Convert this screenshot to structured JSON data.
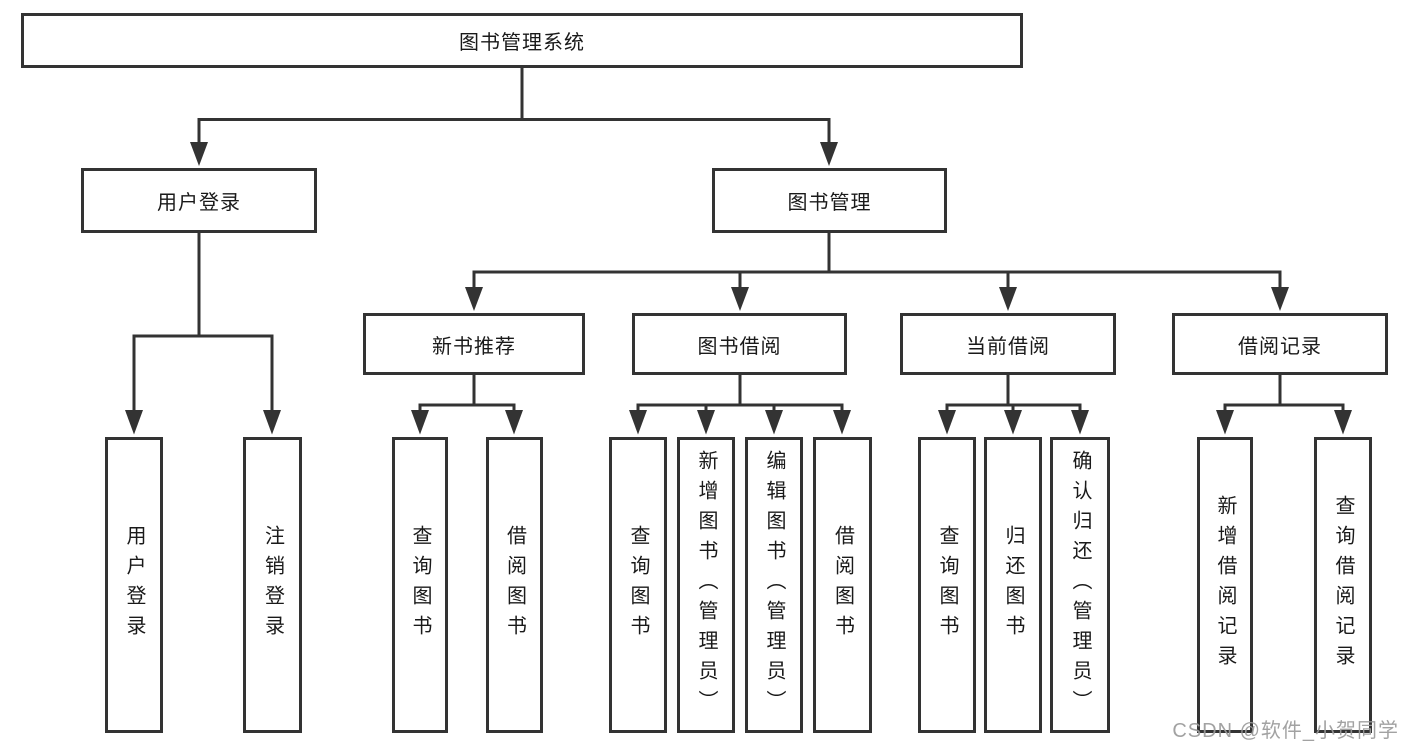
{
  "nodes": {
    "root": {
      "label": "图书管理系统"
    },
    "level2": [
      {
        "label": "用户登录"
      },
      {
        "label": "图书管理"
      }
    ],
    "level3": [
      {
        "label": "新书推荐"
      },
      {
        "label": "图书借阅"
      },
      {
        "label": "当前借阅"
      },
      {
        "label": "借阅记录"
      }
    ],
    "leaves": {
      "user_login": [
        {
          "label": "用户登录"
        },
        {
          "label": "注销登录"
        }
      ],
      "new_book_recommend": [
        {
          "label": "查询图书"
        },
        {
          "label": "借阅图书"
        }
      ],
      "book_borrow": [
        {
          "label": "查询图书"
        },
        {
          "label": "新增图书（管理员）"
        },
        {
          "label": "编辑图书（管理员）"
        },
        {
          "label": "借阅图书"
        }
      ],
      "current_borrow": [
        {
          "label": "查询图书"
        },
        {
          "label": "归还图书"
        },
        {
          "label": "确认归还（管理员）"
        }
      ],
      "borrow_records": [
        {
          "label": "新增借阅记录"
        },
        {
          "label": "查询借阅记录"
        }
      ]
    }
  },
  "watermark": {
    "text": "CSDN @软件_小贺同学"
  },
  "colors": {
    "line": "#333333",
    "text": "#1a1a1a",
    "watermark": "#9b9b9b",
    "background": "#ffffff"
  }
}
